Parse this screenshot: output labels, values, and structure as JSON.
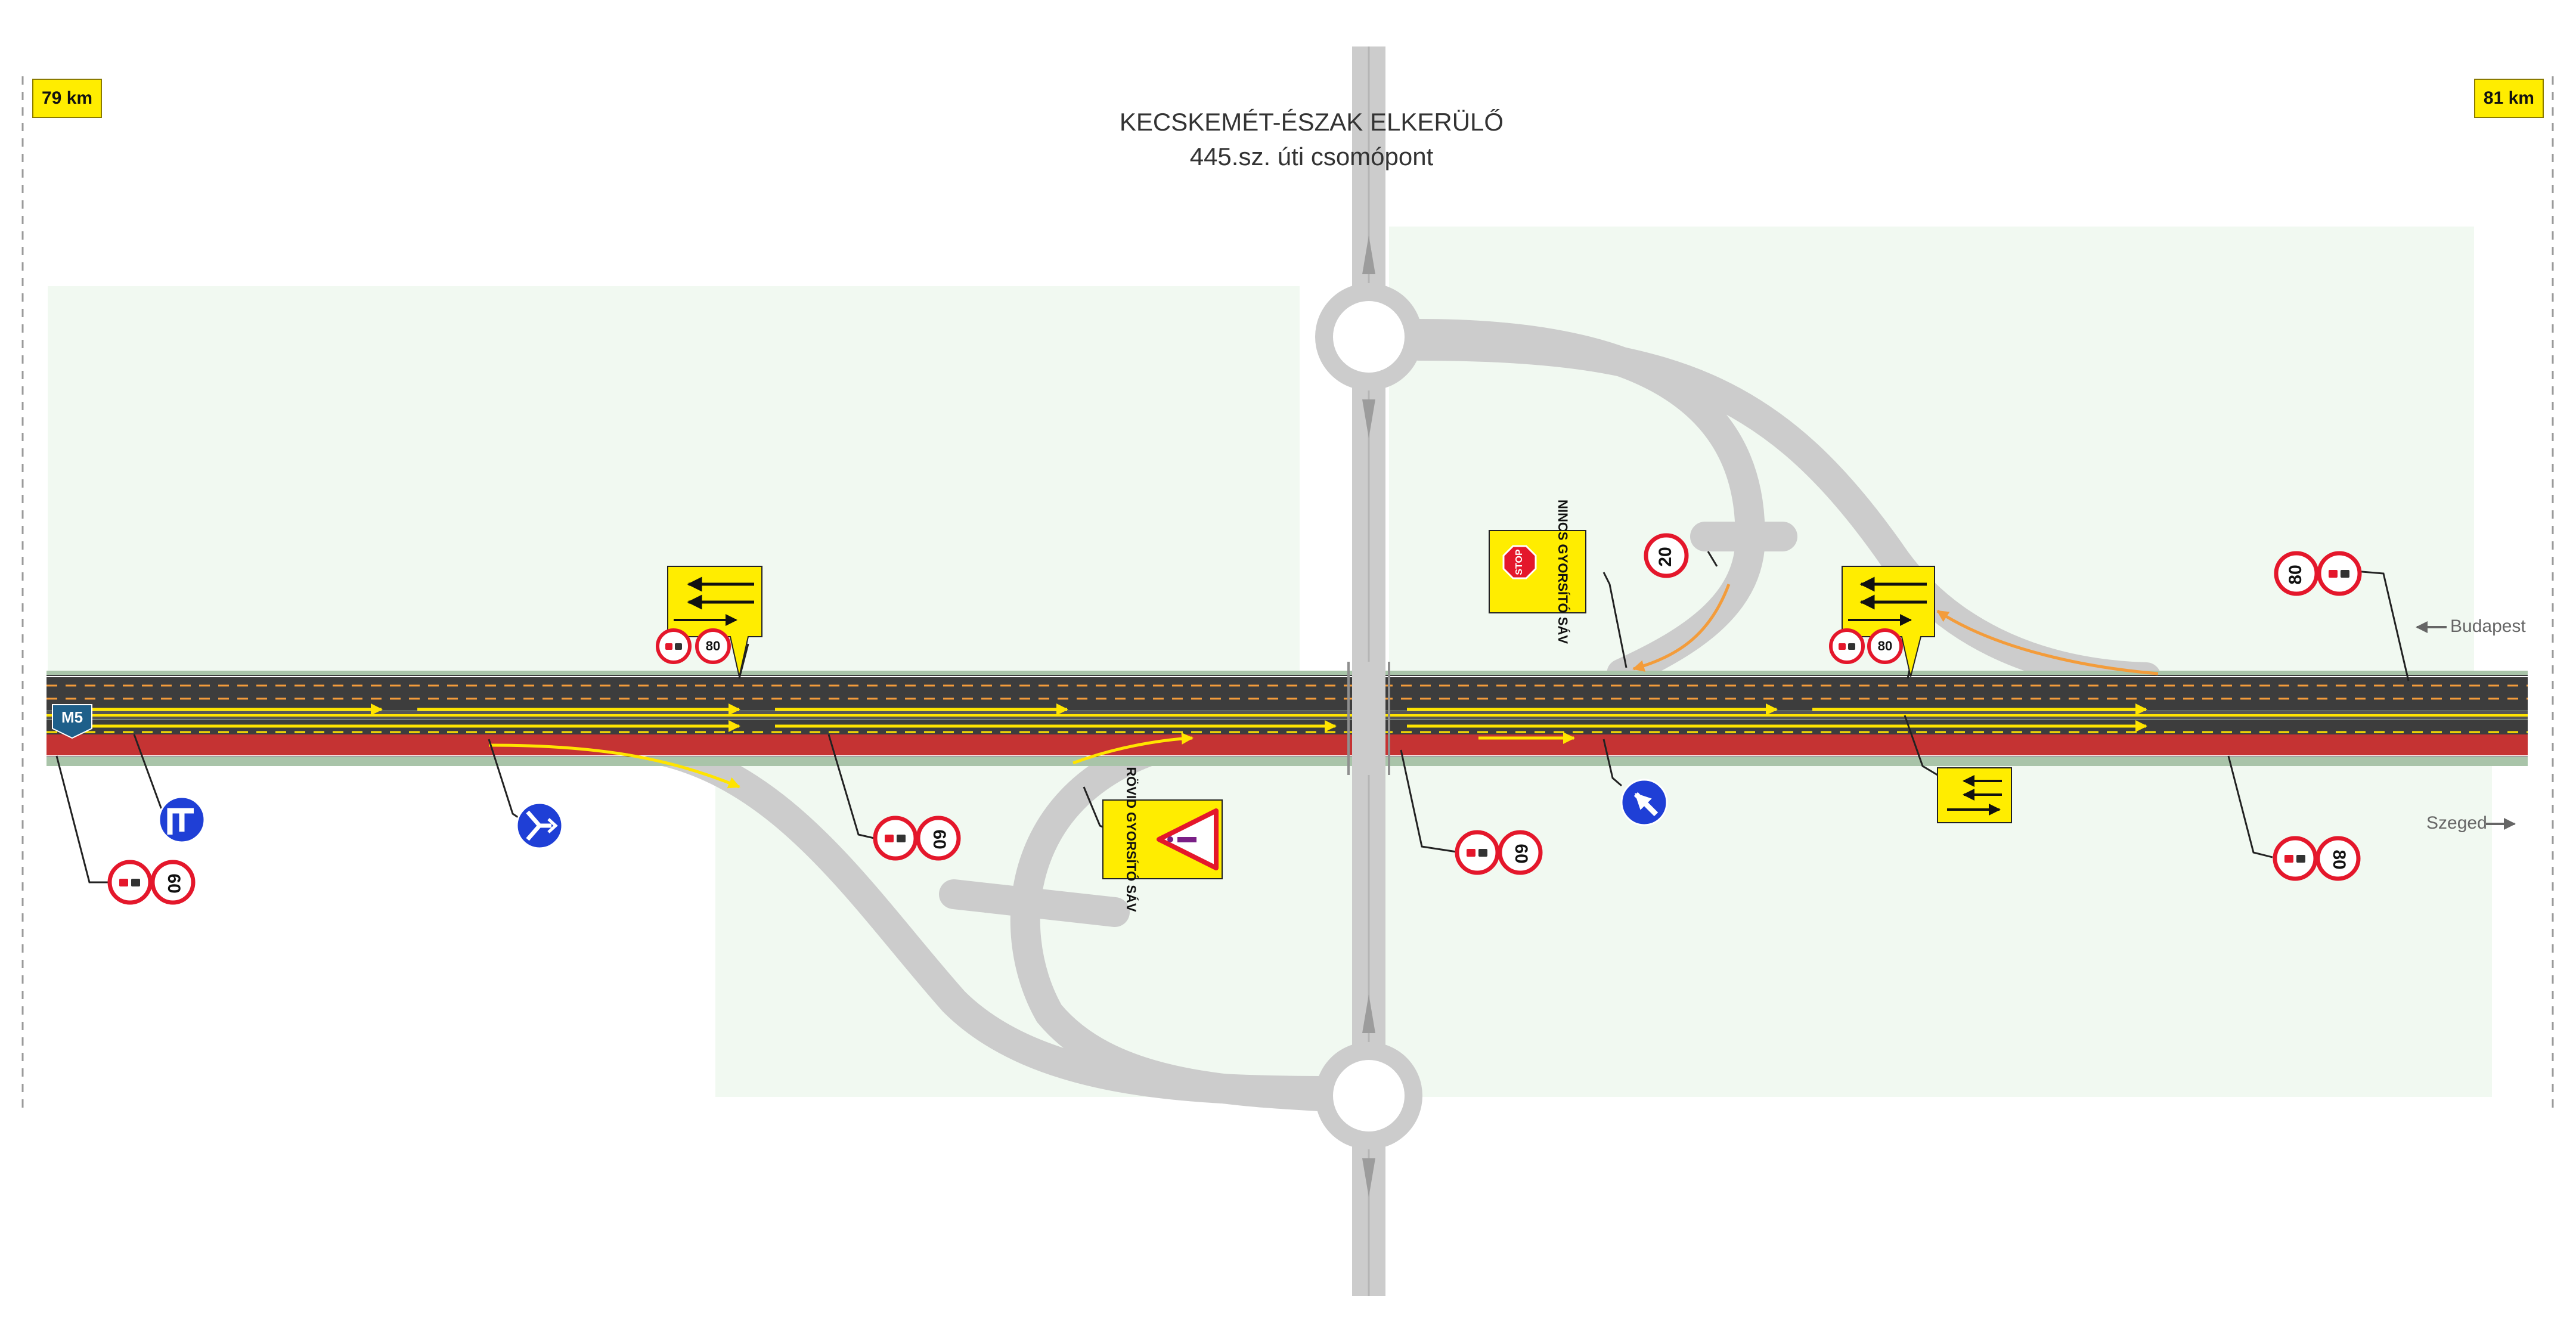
{
  "title": {
    "line1": "KECSKEMÉT-ÉSZAK ELKERÜLŐ",
    "line2": "445.sz. úti csomópont"
  },
  "km_markers": {
    "left": "79 km",
    "right": "81 km"
  },
  "motorway_shield": "M5",
  "directions": {
    "north": "Budapest",
    "south": "Szeged"
  },
  "speed_limits": {
    "west_north_board": "80",
    "east_north_board": "80",
    "ramp_limit": "20",
    "north_end": "80",
    "south_start": "60",
    "south_ramp_west": "60",
    "south_bridge": "60",
    "south_end": "80"
  },
  "warning_signs": {
    "no_accel_lane": "NINCS GYORSÍTÓ SÁV",
    "stop": "STOP",
    "short_accel_lane": "RÖVID GYORSÍTÓ SÁV"
  },
  "colors": {
    "carriageway": "#3a3a3a",
    "closed_lane": "#c53333",
    "sign_yellow": "#ffed00",
    "mandatory_blue": "#1f3fd6",
    "prohibitory_red": "#e4172b",
    "ramp_grey": "#cccccc",
    "traffic_arrow": "#ffe400",
    "detour_arrow": "#f39c3b",
    "background_green": "#eef8ee"
  }
}
